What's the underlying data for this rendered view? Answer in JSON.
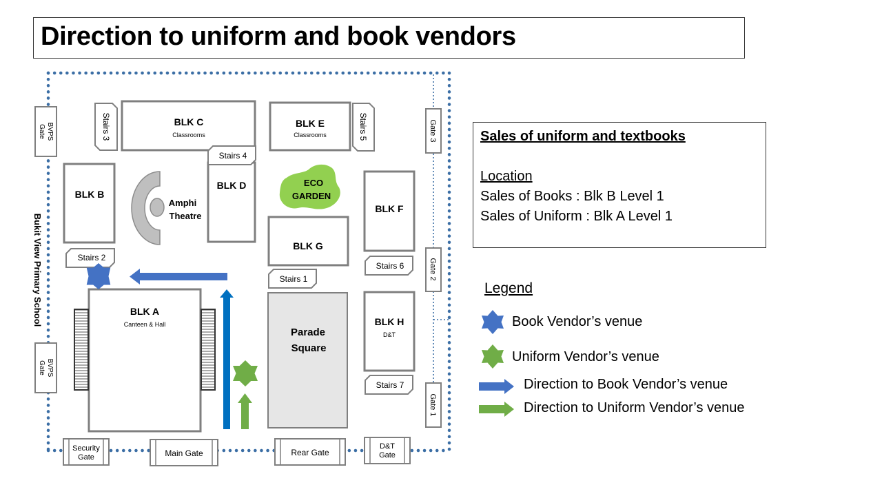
{
  "title": "Direction to uniform and book vendors",
  "school_name": "Bukit View Primary School",
  "colors": {
    "border_dots": "#3b6ea5",
    "building_stroke": "#7f7f7f",
    "book_star": "#4472c4",
    "uniform_star": "#70ad47",
    "book_arrow": "#0070c0",
    "uniform_arrow": "#70ad47",
    "eco_garden": "#92d050",
    "parade_fill": "#e6e6e6",
    "amphi_fill": "#bfbfbf"
  },
  "buildings": {
    "blk_c": {
      "name": "BLK C",
      "sub": "Classrooms"
    },
    "blk_e": {
      "name": "BLK E",
      "sub": "Classrooms"
    },
    "blk_b": {
      "name": "BLK B"
    },
    "blk_d": {
      "name": "BLK D"
    },
    "blk_f": {
      "name": "BLK F"
    },
    "blk_g": {
      "name": "BLK G"
    },
    "blk_a": {
      "name": "BLK A",
      "sub": "Canteen & Hall"
    },
    "blk_h": {
      "name": "BLK H",
      "sub": "D&T"
    },
    "eco_garden": {
      "line1": "ECO",
      "line2": "GARDEN"
    },
    "amphi": {
      "line1": "Amphi",
      "line2": "Theatre"
    },
    "parade": {
      "line1": "Parade",
      "line2": "Square"
    }
  },
  "stairs": {
    "s1": "Stairs 1",
    "s2": "Stairs 2",
    "s3": "Stairs 3",
    "s4": "Stairs 4",
    "s5": "Stairs 5",
    "s6": "Stairs 6",
    "s7": "Stairs 7"
  },
  "gates": {
    "bvps_top": {
      "line1": "BVPS",
      "line2": "Gate"
    },
    "bvps_bottom": {
      "line1": "BVPS",
      "line2": "Gate"
    },
    "gate1": "Gate 1",
    "gate2": "Gate 2",
    "gate3": "Gate 3",
    "security": {
      "line1": "Security",
      "line2": "Gate"
    },
    "main": "Main Gate",
    "rear": "Rear Gate",
    "dt": {
      "line1": "D&T",
      "line2": "Gate"
    }
  },
  "info": {
    "heading": "Sales of uniform and textbooks",
    "location_label": "Location",
    "books": "Sales of Books : Blk B Level 1",
    "uniform": "Sales of Uniform : Blk A Level 1"
  },
  "legend": {
    "title": "Legend",
    "book_venue": "Book Vendor’s venue",
    "uniform_venue": "Uniform Vendor’s venue",
    "book_direction": "Direction to Book Vendor’s venue",
    "uniform_direction": "Direction to Uniform Vendor’s venue"
  }
}
